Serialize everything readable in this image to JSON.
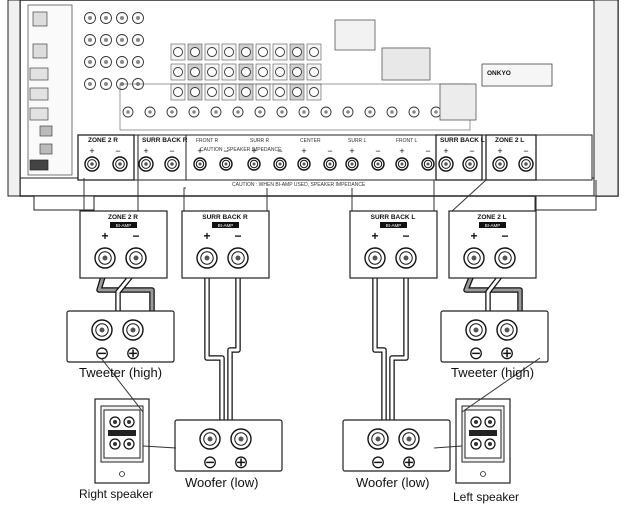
{
  "receiver": {
    "terminals": {
      "zone2_r": "ZONE 2 R",
      "surr_back_r": "SURR BACK R",
      "front_r": "FRONT R",
      "surr_r": "SURR R",
      "center": "CENTER",
      "surr_l": "SURR L",
      "front_l": "FRONT L",
      "surr_back_l": "SURR BACK L",
      "zone2_l": "ZONE 2 L"
    },
    "caution_text": "CAUTION : SPEAKER IMPEDANCE",
    "caution_text_2": "CAUTION : WHEN BI-AMP USED, SPEAKER IMPEDANCE",
    "brand": "ONKYO",
    "sub_label": "BI-AMP"
  },
  "panels": {
    "zone2_r": "ZONE 2 R",
    "surr_back_r": "SURR BACK R",
    "surr_back_l": "SURR BACK L",
    "zone2_l": "ZONE 2 L",
    "badge": "BI-AMP"
  },
  "polarity": {
    "plus": "+",
    "minus": "−",
    "circle_plus": "⊕",
    "circle_minus": "⊖"
  },
  "labels": {
    "tweeter_right": "Tweeter (high)",
    "tweeter_left": "Tweeter (high)",
    "woofer_right": "Woofer (low)",
    "woofer_left": "Woofer (low)",
    "right_speaker": "Right speaker",
    "left_speaker": "Left speaker"
  }
}
